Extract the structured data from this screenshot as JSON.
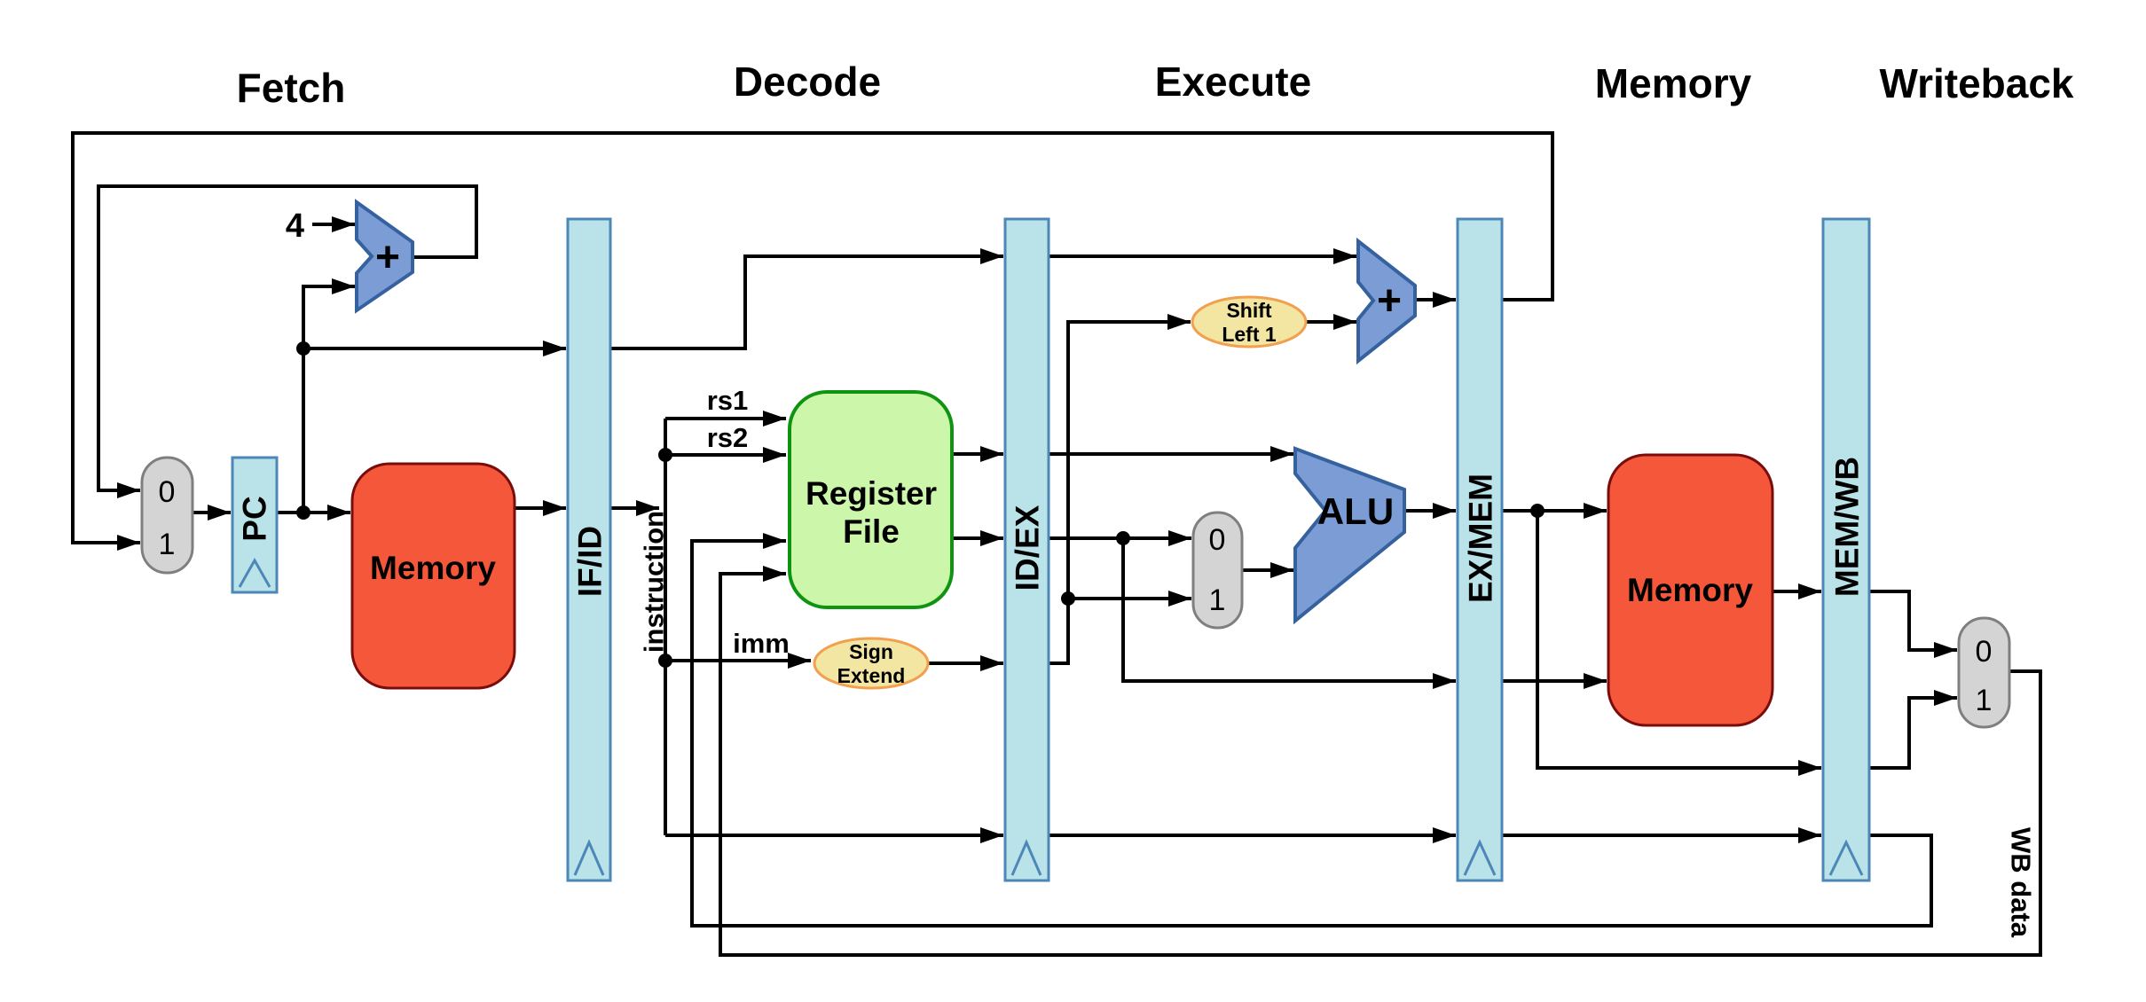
{
  "stages": {
    "fetch": "Fetch",
    "decode": "Decode",
    "execute": "Execute",
    "memory": "Memory",
    "writeback": "Writeback"
  },
  "pipeline_registers": {
    "if_id": "IF/ID",
    "id_ex": "ID/EX",
    "ex_mem": "EX/MEM",
    "mem_wb": "MEM/WB"
  },
  "blocks": {
    "pc": "PC",
    "instruction_memory": "Memory",
    "register_file_line1": "Register",
    "register_file_line2": "File",
    "sign_extend_line1": "Sign",
    "sign_extend_line2": "Extend",
    "shift_left_line1": "Shift",
    "shift_left_line2": "Left 1",
    "alu": "ALU",
    "adder_plus": "+",
    "data_memory": "Memory"
  },
  "wire_labels": {
    "four": "4",
    "rs1": "rs1",
    "rs2": "rs2",
    "imm": "imm",
    "instruction": "instruction",
    "wb_data": "WB data"
  },
  "mux": {
    "zero": "0",
    "one": "1"
  },
  "colors": {
    "wire": "#000000",
    "bar-fill": "#b9e2e9",
    "bar-border": "#4d87b8",
    "mux-fill": "#d4d4d4",
    "mux-border": "#7f7f7f",
    "mem-fill": "#f4573a",
    "mem-border": "#7b0c0c",
    "rf-fill": "#ccf6aa",
    "rf-border": "#0f9412",
    "oval-fill": "#f3e5a2",
    "oval-border": "#f0a04e",
    "alu-fill": "#7b9cd4",
    "alu-border": "#35629f"
  }
}
